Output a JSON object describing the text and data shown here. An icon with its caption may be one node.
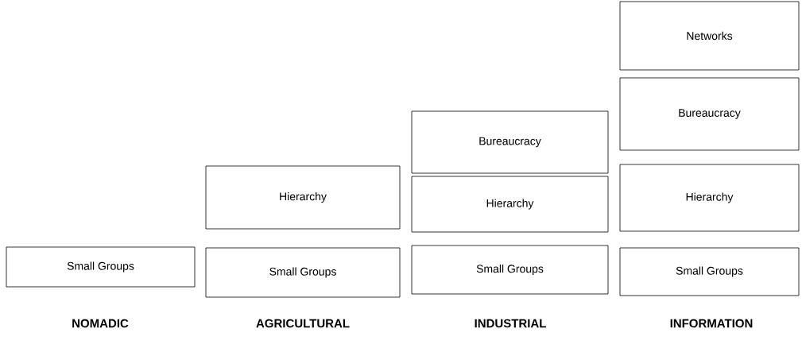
{
  "diagram": {
    "nodes": [
      {
        "text": [
          "Small Groups"
        ]
      },
      {
        "text": [
          "Hierarchy"
        ]
      },
      {
        "text": [
          "Small Groups"
        ]
      },
      {
        "text": [
          "Bureaucracy"
        ]
      },
      {
        "text": [
          "Hierarchy"
        ]
      },
      {
        "text": [
          "Small Groups"
        ]
      },
      {
        "text": [
          "Networks"
        ]
      },
      {
        "text": [
          "Bureaucracy"
        ]
      },
      {
        "text": [
          "Hierarchy"
        ]
      },
      {
        "text": [
          "Small Groups"
        ]
      }
    ],
    "labels": [
      "NOMADIC",
      "AGRICULTURAL",
      "INDUSTRIAL",
      "INFORMATION"
    ]
  }
}
